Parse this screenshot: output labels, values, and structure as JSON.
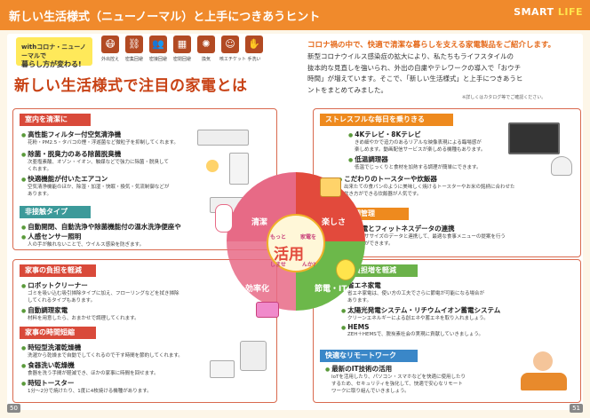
{
  "header": {
    "title": "新しい生活様式（ニューノーマル）と上手につきあうヒント",
    "logo_part1": "SMART",
    "logo_part2": "LIFE"
  },
  "left_header": {
    "with_line1": "withコロナ・ニューノーマルで",
    "with_line2": "暮らし方が変わる!",
    "icons": [
      {
        "icon": "mask-icon",
        "label": "外出控え"
      },
      {
        "icon": "meeting-icon",
        "label": "密集回避"
      },
      {
        "icon": "people-icon",
        "label": "密接回避"
      },
      {
        "icon": "room-icon",
        "label": "密閉回避"
      },
      {
        "icon": "fan-icon",
        "label": "換気"
      },
      {
        "icon": "cough-icon",
        "label": "咳エチケット"
      },
      {
        "icon": "handwash-icon",
        "label": "手洗い"
      }
    ],
    "big_title": "新しい生活様式で注目の家電とは"
  },
  "intro": {
    "heading": "コロナ禍の中で、快適で清潔な暮らしを支える家電製品をご紹介します。",
    "lines": [
      "新型コロナウイルス感染症の拡大により、私たちもライフスタイルの",
      "抜本的な見直しを強いられ、外出の自粛やテレワークの導入で「おウチ",
      "時間」が増えています。そこで、「新しい生活様式」と上手につきあうヒ",
      "ントをまとめてみました。"
    ],
    "note": "※詳しくはカタログ等でご確認ください。"
  },
  "sections": {
    "clean_room": {
      "title": "室内を清潔に",
      "items": [
        {
          "head": "高性能フィルター付空気清浄機",
          "body": [
            "花粉・PM2.5・タバコの煙・浮遊菌など微粒子を抑制してくれます。"
          ]
        },
        {
          "head": "除菌・脱臭力のある除菌脱臭機",
          "body": [
            "次亜塩素酸、オゾン・イオン、触媒などで強力に除菌・脱臭して",
            "くれます。"
          ]
        },
        {
          "head": "快適機能が付いたエアコン",
          "body": [
            "空気清浄機能のほか、除湿・加湿・快眠・換気・気流制御などが",
            "あります。"
          ]
        }
      ]
    },
    "touchless": {
      "title": "非接触タイプ",
      "items": [
        {
          "head": "自動開閉、自動洗浄や除菌機能付の温水洗浄便座や",
          "head2": "人感センサー照明",
          "body": [
            "人の手が触れないことで、ウイルス感染を防ぎます。"
          ]
        }
      ]
    },
    "housework": {
      "title": "家事の負担を軽減",
      "items": [
        {
          "head": "ロボットクリーナー",
          "body": [
            "ゴミを吸い込む吸引掃除タイプに加え、フローリングなどを拭き掃除",
            "してくれるタイプもあります。"
          ]
        },
        {
          "head": "自動調理家電",
          "body": [
            "材料を用意したら、おまかせで調理してくれます。"
          ]
        }
      ]
    },
    "time_saving": {
      "title": "家事の時間短縮",
      "items": [
        {
          "head": "時短型洗濯乾燥機",
          "body": [
            "洗濯から乾燥まで自動でしてくれるので干す時間を節約してくれます。"
          ]
        },
        {
          "head": "食器洗い乾燥機",
          "body": [
            "食器を洗う手間が軽減でき、ほかの家事に時間を回せます。"
          ]
        },
        {
          "head": "時短トースター",
          "body": [
            "1分〜2分で焼けたり、1度に4枚焼ける機種があります。"
          ]
        }
      ]
    },
    "stress": {
      "title": "ストレスフルな毎日を乗りきる",
      "items": [
        {
          "head": "4Kテレビ・8Kテレビ",
          "body": [
            "きめ細やかで迫力のあるリアルな映像表現による臨場感が",
            "楽しめます。動画配信サービスが楽しめる機種もあります。"
          ]
        },
        {
          "head": "低温調理器",
          "body": [
            "低温でじっくりと食材を加熱する調理が簡単にできます。"
          ]
        },
        {
          "head": "こだわりのトースターや炊飯器",
          "body": [
            "出来たての食パンのように美味しく焼けるトースターやお米の銘柄に合わせた",
            "炊き方ができる炊飯器が人気です。"
          ]
        }
      ]
    },
    "health": {
      "title": "毎日の体調管理",
      "items": [
        {
          "head": "家電とフィットネスデータの連携",
          "body": [
            "エクササイズのデータと連携して、最適な食事メニューの提案を行う",
            "ことができます。"
          ]
        }
      ]
    },
    "electricity": {
      "title": "電気代の負担増を軽減",
      "items": [
        {
          "head": "省エネ家電",
          "body": [
            "省エネ家電は、使い方の工夫でさらに節電が可能になる場合が",
            "あります。"
          ]
        },
        {
          "head": "太陽光発電システム・リチウムイオン蓄電システム",
          "body": [
            "クリーンエネルギーによる創エネや蓄エネを取り入れましょう。"
          ]
        },
        {
          "head": "HEMS",
          "body": [
            "ZEH＋HEMSで、脱炭素社会の実現に貢献していきましょう。"
          ]
        }
      ]
    },
    "remote": {
      "title": "快適なリモートワーク",
      "items": [
        {
          "head": "最新のIT技術の活用",
          "body": [
            "IoTを活用したり、パソコン・スマホなどを快適に使用したり",
            "するため、セキュリティを強化して、快適で安心なリモート",
            "ワークに取り組んでいきましょう。"
          ]
        }
      ]
    }
  },
  "circle": {
    "clean": "清潔",
    "fun": "楽しさ",
    "efficiency": "効率化",
    "saving": "節電・IT",
    "center_left": "もっと",
    "center_right": "家電を",
    "center_main": "活用",
    "center_main2": "しませ",
    "center_main3": "んか?"
  },
  "pages": {
    "left": "50",
    "right": "51"
  },
  "colors": {
    "topbar": "#f08a2c",
    "red_quadrant": "#e24a3c",
    "orange_quadrant": "#f28a1c",
    "teal_quadrant": "#3fa3a3",
    "pink_quadrant": "#e76a86",
    "green_quadrant": "#6cb84a"
  }
}
